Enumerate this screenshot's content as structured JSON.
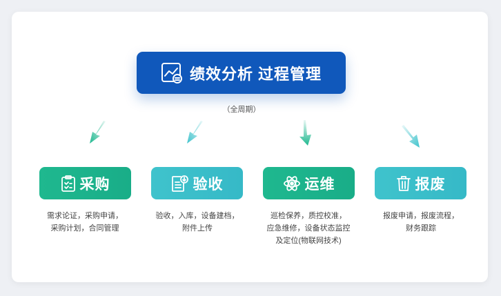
{
  "main_title": "绩效分析 过程管理",
  "subtitle": "（全周期）",
  "colors": {
    "blue": "#1058bb",
    "green": "#1fb88f",
    "cyan": "#3fc3cc"
  },
  "stages": [
    {
      "label": "采购",
      "icon": "clipboard-icon",
      "color": "green",
      "desc": [
        "需求论证，采购申请，",
        "采购计划，合同管理"
      ]
    },
    {
      "label": "验收",
      "icon": "document-download-icon",
      "color": "cyan",
      "desc": [
        "验收，入库，设备建档，",
        "附件上传"
      ]
    },
    {
      "label": "运维",
      "icon": "atom-icon",
      "color": "green",
      "desc": [
        "巡检保养，质控校准，",
        "应急维修，设备状态监控",
        "及定位(物联网技术)"
      ]
    },
    {
      "label": "报废",
      "icon": "trash-icon",
      "color": "cyan",
      "desc": [
        "报废申请，报废流程，",
        "财务跟踪"
      ]
    }
  ]
}
